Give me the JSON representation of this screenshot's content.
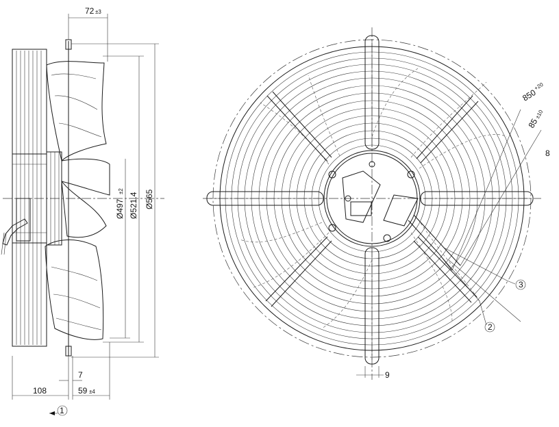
{
  "dimensions": {
    "axial_offset": "72",
    "axial_offset_tol": "±3",
    "dia_blade": "Ø497",
    "dia_blade_tol": "±2",
    "dia_ring": "Ø521.4",
    "dia_outer": "Ø565",
    "depth_total": "108",
    "guard_gap": "7",
    "hub_depth": "59",
    "hub_depth_tol": "±4",
    "cable_len": "850",
    "cable_len_tol": "+20",
    "strip_len": "85",
    "strip_len_tol": "±10",
    "wire_end": "8",
    "slot_width": "9"
  },
  "callouts": [
    "1",
    "2",
    "3"
  ]
}
